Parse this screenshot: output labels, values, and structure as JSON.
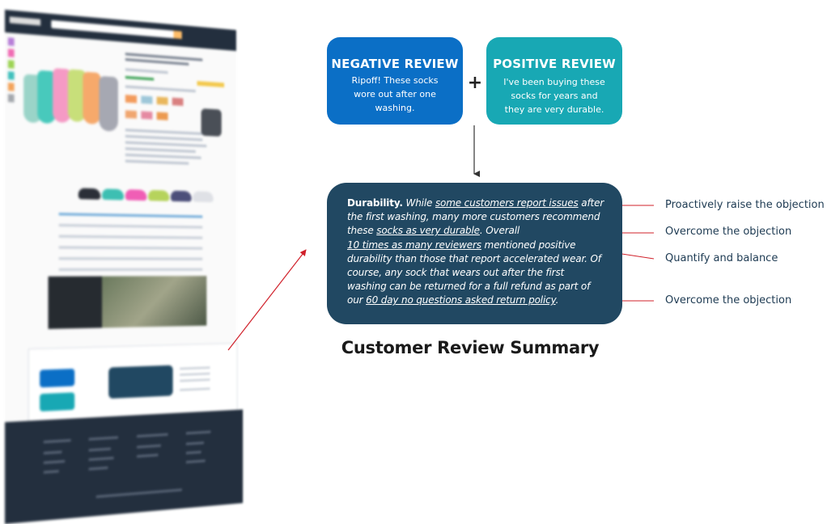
{
  "negative_review": {
    "title": "NEGATIVE REVIEW",
    "text": "Ripoff!  These socks wore out after one washing."
  },
  "positive_review": {
    "title": "POSITIVE REVIEW",
    "text": "I've been buying these socks for years and they are very durable."
  },
  "plus": "+",
  "summary": {
    "heading": "Durability.",
    "s1": " While ",
    "s2": "some customers report issues",
    "s3": " after the first washing, many more customers recommend these ",
    "s4": "socks as very durable",
    "s5": ". Overall ",
    "s6": "10 times as many reviewers",
    "s7": " mentioned positive durability than those that report accelerated wear. Of course, any sock that wears out after the first washing can be returned for a full refund as part of our ",
    "s8": "60 day no questions asked return policy",
    "s9": "."
  },
  "caption": "Customer Review Summary",
  "annotations": [
    "Proactively raise the objection",
    "Overcome the objection",
    "Quantify and balance",
    "Overcome the objection"
  ],
  "colors": {
    "negative": "#0b6fc6",
    "positive": "#18a8b4",
    "summary": "#214862",
    "arrow": "#d0202a"
  }
}
